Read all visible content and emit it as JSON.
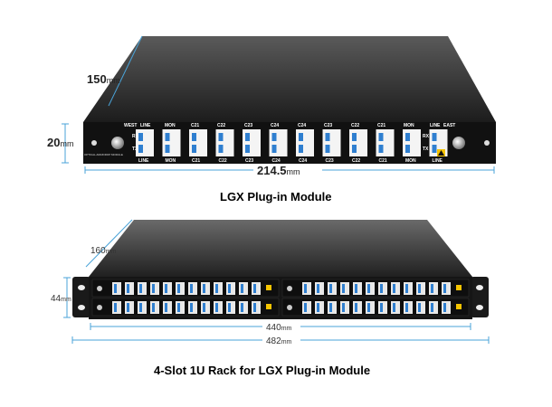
{
  "module": {
    "depth_value": "150",
    "depth_unit": "mm",
    "height_value": "20",
    "height_unit": "mm",
    "width_value": "214.5",
    "width_unit": "mm",
    "top_labels": [
      "WEST",
      "MON",
      "C21",
      "C22",
      "C23",
      "C24",
      "C24",
      "C23",
      "C22",
      "C21",
      "MON",
      "LINE",
      "EAST"
    ],
    "top_line": "LINE",
    "bottom_labels": [
      "LINE",
      "MON",
      "C21",
      "C22",
      "C23",
      "C24",
      "C24",
      "C23",
      "C22",
      "C21",
      "MON",
      "LINE"
    ],
    "rx_label": "RX",
    "tx_label": "TX",
    "caption": "LGX Plug-in Module",
    "small_text": "OPTICAL ADD/DROP MODULE"
  },
  "rack": {
    "depth_value": "160",
    "depth_unit": "mm",
    "height_value": "44",
    "height_unit": "mm",
    "inner_width_value": "440",
    "inner_width_unit": "mm",
    "outer_width_value": "482",
    "outer_width_unit": "mm",
    "caption": "4-Slot 1U Rack for LGX Plug-in Module"
  },
  "colors": {
    "panel": "#111111",
    "body_top": "#3a3a3a",
    "dimension": "#4aa3d8",
    "connector_blue": "#2f7fd0",
    "warning_yellow": "#f5c400"
  }
}
